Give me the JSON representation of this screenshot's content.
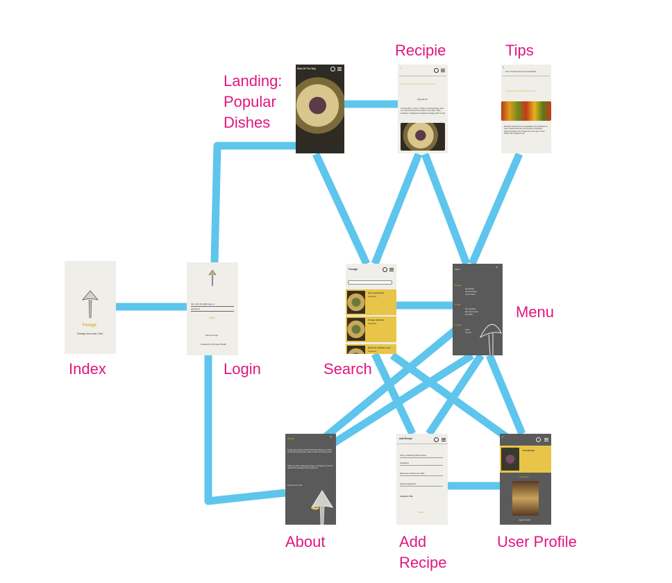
{
  "colors": {
    "link": "#5ec5ec",
    "label": "#e0167f",
    "accent": "#e8c548",
    "dark_screen": "#5a5a5a",
    "light_screen": "#efeee9"
  },
  "labels": {
    "landing_line1": "Landing:",
    "landing_line2": "Popular",
    "landing_line3": "Dishes",
    "recipie": "Recipie",
    "tips": "Tips",
    "index": "Index",
    "login": "Login",
    "search": "Search",
    "menu": "Menu",
    "about": "About",
    "add_recipe_line1": "Add",
    "add_recipe_line2": "Recipe",
    "user_profile": "User Profile"
  },
  "screens": {
    "index": {
      "brand": "Forage",
      "tagline": "Finding Your Inner Chef"
    },
    "login": {
      "user": "dan.robertson@forage.co",
      "password": "password",
      "login_button": "Login",
      "about": "About Forage",
      "footer": "Created by Mcmeker Media"
    },
    "landing": {
      "title": "Dish Of The Day"
    },
    "recipe": {
      "title": "Pork chops with apple-cherry chutney",
      "section": "Ingredients",
      "body": "1 fennel bulb, 1 onion, 1 head of smashed butter, olive oil, 1 Clementine Fennel seeds, 1 pine juice, 400g tomatoes, 2 tablespoons balsamic vinegar, pinch of salt"
    },
    "tips": {
      "title": "Tips To Help Prevent Food Waste",
      "subtitle": "1 Embrace Imperfection (Fruit & Veg)",
      "body": "Embrace wonky fruit and vegetables, they still have so many nutrients and are just as tasty as perfectly shaped produce even though they are ugly. It's Our Planet, Don't Waste Food."
    },
    "search": {
      "title": "Forage",
      "result1": "Easy spelt pizza",
      "result2": "Forage cheerios",
      "result3": "Beetroot chicken curry",
      "sub": "Ingredients"
    },
    "menu": {
      "title": "Menu",
      "section1": "Recipe",
      "items1": [
        "Add Recipe",
        "Popular Dishes",
        "Tips & Tricks"
      ],
      "section2": "Profile",
      "items2": [
        "My Cookbook",
        "Recently Viewed",
        "My Profile"
      ],
      "section3": "Forage",
      "items3": [
        "About",
        "Log Out"
      ]
    },
    "about": {
      "title": "About",
      "p1": "Forage was created in 2024 by Mcmeker Media as an online community for passionate cooks to collect and share recipes.",
      "p2": "Unlike any other cooking app Forage encourages our users to optimize the ingredients they already use.",
      "p3": "Find your inner chef"
    },
    "add_recipe": {
      "title": "Add Recipe",
      "field1": "Title eg. Delicious Grilled Cheese",
      "field2": "Ingredients",
      "field3": "Method eg. Preheat oven 180c",
      "field4": "Serving suggestions",
      "label": "Cookbook Title",
      "submit": "Submit"
    },
    "profile": {
      "username": "DinerMango",
      "section": "Cookbook",
      "caption": "Eggs benedict"
    }
  }
}
